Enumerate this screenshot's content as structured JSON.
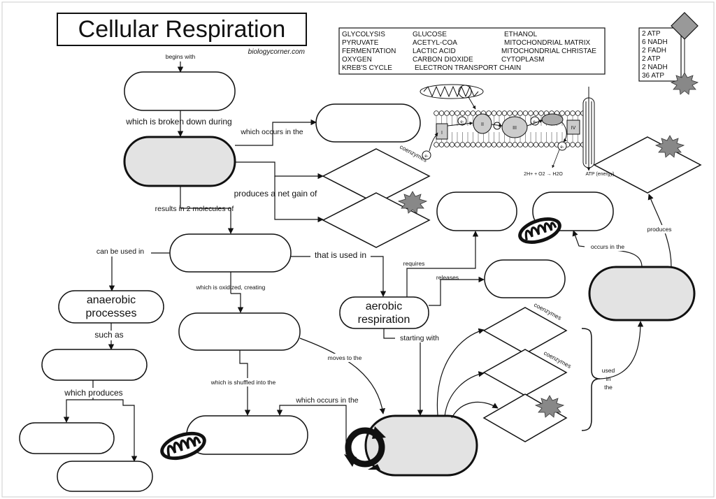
{
  "title": "Cellular Respiration",
  "credit": "biologycorner.com",
  "word_bank": [
    [
      "GLYCOLYSIS",
      "GLUCOSE",
      "ETHANOL"
    ],
    [
      "PYRUVATE",
      "ACETYL-COA",
      "MITOCHONDRIAL MATRIX"
    ],
    [
      "FERMENTATION",
      "LACTIC ACID",
      "MITOCHONDRIAL CHRISTAE"
    ],
    [
      "OXYGEN",
      "CARBON DIOXIDE",
      "CYTOPLASM"
    ],
    [
      "KREB'S CYCLE",
      "ELECTRON TRANSPORT CHAIN",
      ""
    ]
  ],
  "atp_key": [
    "2 ATP",
    "6 NADH",
    "2 FADH",
    "2 ATP",
    "2 NADH",
    "36 ATP"
  ],
  "labels": {
    "begins_with": "begins with",
    "broken_down": "which is broken down during",
    "occurs_in_the": "which occurs in the",
    "net_gain": "produces a net gain of",
    "results_in": "results in 2 molecules of",
    "can_be_used_in": "can be used in",
    "that_is_used_in": "that is used in",
    "oxidized": "which is oxidized, creating",
    "requires": "requires",
    "releases": "releases",
    "such_as": "such as",
    "starting_with": "starting with",
    "moves_to_the": "moves to the",
    "shuffled_into": "which is shuffled into the",
    "occurs_in_the_2": "which occurs in the",
    "which_produces": "which produces",
    "occurs_in_the_3": "occurs in the",
    "produces": "produces",
    "used_in_the": [
      "used",
      "in",
      "the"
    ],
    "coenzymes_1": "coenzymes",
    "coenzymes_2": "coenzymes",
    "coenzymes_3": "coenzymes"
  },
  "filled_boxes": {
    "anaerobic": [
      "anaerobic",
      "processes"
    ],
    "aerobic": [
      "aerobic",
      "respiration"
    ]
  },
  "etc_figure": {
    "complex_labels": [
      "I",
      "II",
      "III",
      "IV"
    ],
    "electron_label": "e-",
    "reaction": "2H+ + O2 → H2O",
    "atp_label": "ATP (energy)"
  }
}
